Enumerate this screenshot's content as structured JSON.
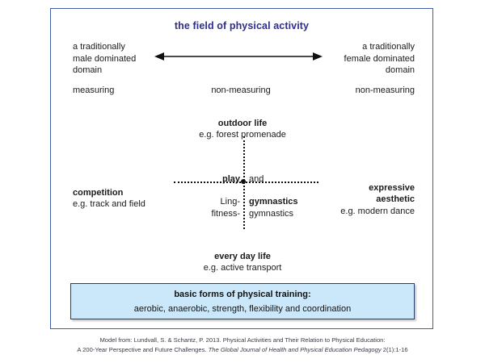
{
  "diagram": {
    "title": "the field of physical activity",
    "accent_color": "#2d2d8f",
    "frame_border_color": "#3f5fa8",
    "domain_left": "a traditionally\nmale dominated\ndomain",
    "domain_right": "a traditionally\nfemale dominated\ndomain",
    "axis_arrow": "double-headed-horizontal-arrow",
    "measuring_left": "measuring",
    "measuring_center": "non-measuring",
    "measuring_right": "non-measuring",
    "poles": {
      "top": {
        "label": "outdoor life",
        "example": "e.g. forest promenade"
      },
      "bottom": {
        "label": "every day life",
        "example": "e.g. active transport"
      },
      "left": {
        "label": "competition",
        "example": "e.g. track and field"
      },
      "right": {
        "label": "expressive\naesthetic",
        "example": "e.g. modern dance"
      }
    },
    "center_quadrants": {
      "top_left": "play",
      "top_right": "and",
      "bottom_left_line1": "Ling-",
      "bottom_left_line2": "fitness-",
      "bottom_right_line1": "gymnastics",
      "bottom_right_line2": "gymnastics"
    },
    "basic_forms": {
      "title": "basic forms of physical training:",
      "detail": "aerobic, anaerobic, strength, flexibility and coordination",
      "fill_color": "#cbe8fa",
      "border_color": "#2a3f6b"
    }
  },
  "citation": {
    "line1": "Model from: Lundvall, S. & Schantz, P. 2013. Physical Activities and Their Relation to Physical Education:",
    "line2_plain1": "A 200-Year Perspective and Future Challenges. ",
    "line2_italic": "The Global Journal of Health and Physical Education Pedagogy",
    "line2_plain2": " 2(1):1-16"
  }
}
